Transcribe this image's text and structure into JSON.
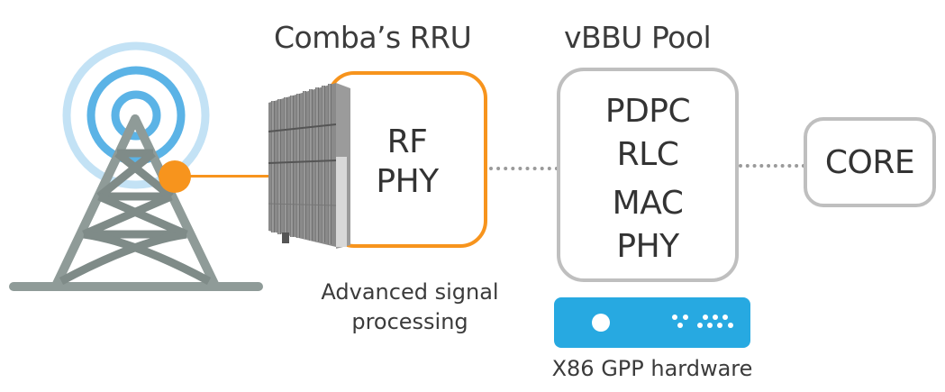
{
  "diagram": {
    "titles": {
      "rru": "Comba’s RRU",
      "vbbu": "vBBU Pool"
    },
    "rru_box": {
      "lines": [
        "RF",
        "PHY"
      ]
    },
    "vbbu_box": {
      "lines": [
        "PDPC",
        "RLC",
        "MAC",
        "PHY"
      ]
    },
    "core_box": {
      "label": "CORE"
    },
    "captions": {
      "rru": [
        "Advanced signal",
        "processing"
      ],
      "hardware": "X86 GPP hardware"
    },
    "icons": {
      "tower": "radio-tower-icon",
      "rru_device": "rru-device-icon",
      "server": "server-rack-icon"
    },
    "colors": {
      "accent_orange": "#f7941d",
      "signal_blue": "#5bb3e6",
      "signal_light_blue": "#c3e2f5",
      "tower_gray": "#8f9b98",
      "box_gray": "#bfbfbf",
      "server_blue": "#27a9e1"
    }
  }
}
